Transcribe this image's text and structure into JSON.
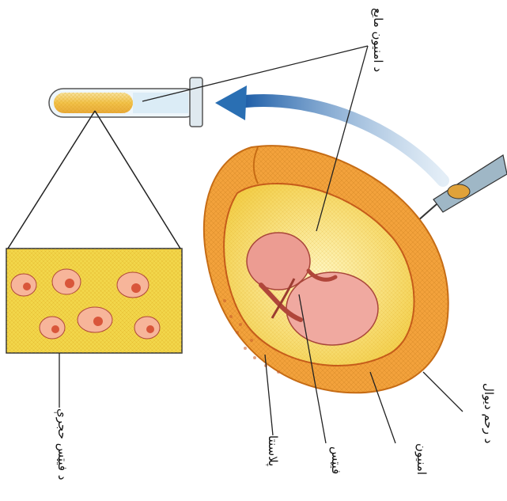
{
  "labels": {
    "amniotic_fluid": "د امنیون مایع",
    "uterus_wall": "د رحم دیوال",
    "amnion": "امنیون",
    "fetus": "فیټس",
    "placenta": "پلاسنتا",
    "fetal_cells": "د فیټس حجرې"
  },
  "colors": {
    "arrow": "#2a6fb3",
    "uterus": "#f3a23c",
    "fluid": "#f6d85a",
    "cells_panel": "#f2d64a",
    "cell": "#e07a4a",
    "line": "#222222"
  }
}
